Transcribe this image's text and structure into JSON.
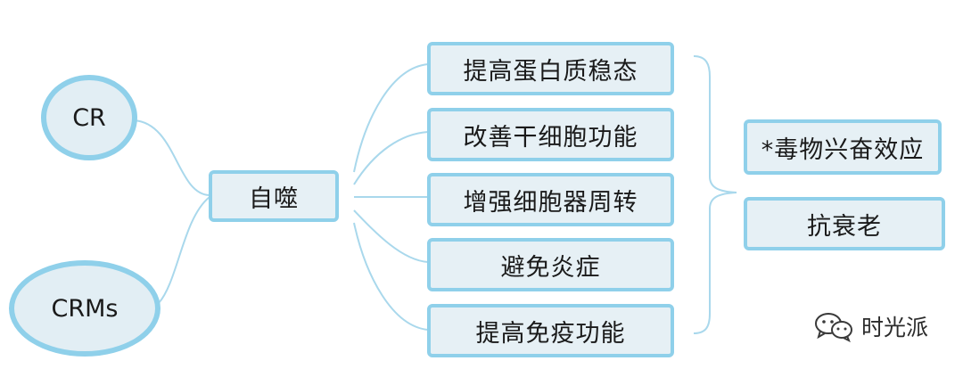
{
  "sources": [
    {
      "id": "cr",
      "label": "CR"
    },
    {
      "id": "crms",
      "label": "CRMs"
    }
  ],
  "center": {
    "label": "自噬"
  },
  "effects": [
    {
      "label": "提高蛋白质稳态"
    },
    {
      "label": "改善干细胞功能"
    },
    {
      "label": "增强细胞器周转"
    },
    {
      "label": "避免炎症"
    },
    {
      "label": "提高免疫功能"
    }
  ],
  "outcomes": [
    {
      "label": "*毒物兴奋效应"
    },
    {
      "label": "抗衰老"
    }
  ],
  "watermark": {
    "text": "时光派",
    "icon": "wechat-icon"
  },
  "colors": {
    "border": "#8fd0ea",
    "fill": "#e2eef4",
    "line": "#a9d8ec",
    "text": "#1a1a1a"
  }
}
